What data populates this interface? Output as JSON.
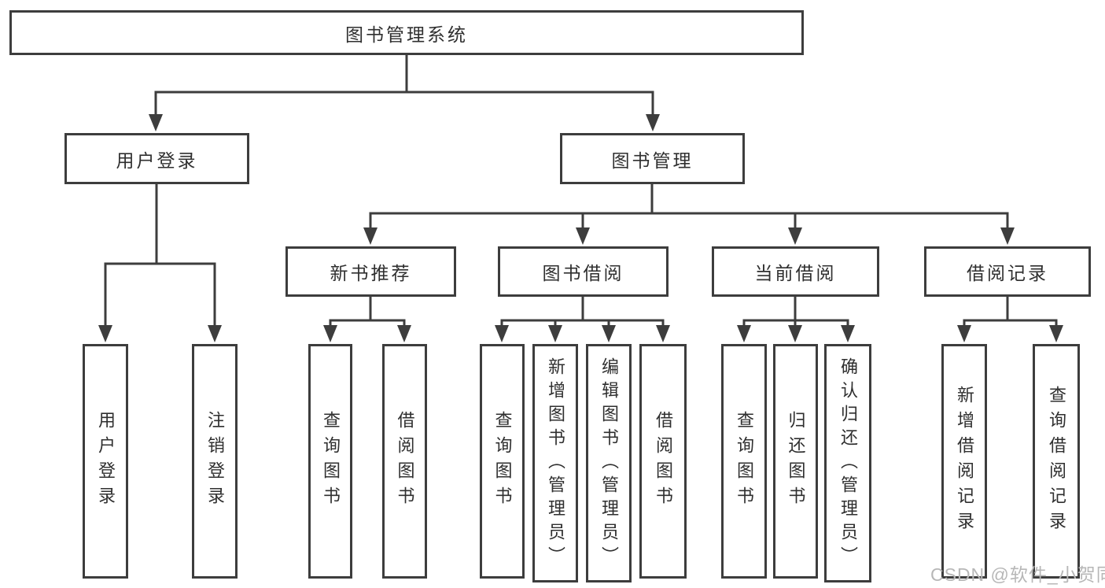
{
  "tree": {
    "root": {
      "label": "图书管理系统"
    },
    "branches": [
      {
        "label": "用户登录",
        "children": [
          {
            "label": "用户登录"
          },
          {
            "label": "注销登录"
          }
        ]
      },
      {
        "label": "图书管理",
        "children": [
          {
            "label": "新书推荐",
            "children": [
              {
                "label": "查询图书"
              },
              {
                "label": "借阅图书"
              }
            ]
          },
          {
            "label": "图书借阅",
            "children": [
              {
                "label": "查询图书"
              },
              {
                "label": "新增图书（管理员）"
              },
              {
                "label": "编辑图书（管理员）"
              },
              {
                "label": "借阅图书"
              }
            ]
          },
          {
            "label": "当前借阅",
            "children": [
              {
                "label": "查询图书"
              },
              {
                "label": "归还图书"
              },
              {
                "label": "确认归还（管理员）"
              }
            ]
          },
          {
            "label": "借阅记录",
            "children": [
              {
                "label": "新增借阅记录"
              },
              {
                "label": "查询借阅记录"
              }
            ]
          }
        ]
      }
    ]
  },
  "watermark": {
    "text": "CSDN @软件_小贺同学"
  },
  "colors": {
    "line": "#3d3d3d",
    "text": "#2f2f2f",
    "watermark": "#b7b7b7"
  }
}
